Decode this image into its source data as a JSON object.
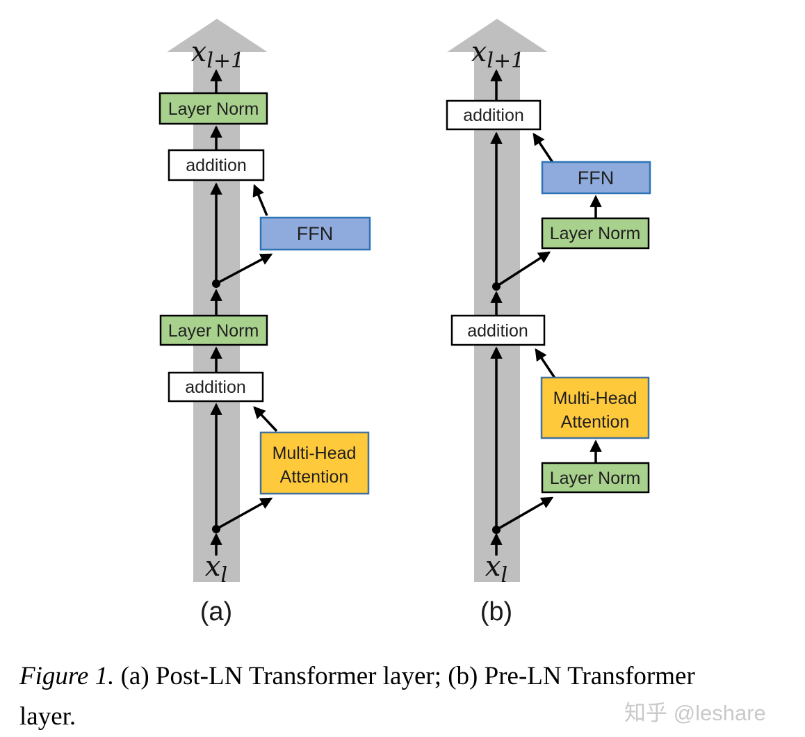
{
  "panel_a": {
    "label": "(a)",
    "output": {
      "var": "x",
      "sub": "l+1"
    },
    "input": {
      "var": "x",
      "sub": "l"
    },
    "layer_norm_top": "Layer Norm",
    "addition_top": "addition",
    "ffn": "FFN",
    "layer_norm_mid": "Layer Norm",
    "addition_bottom": "addition",
    "mha_line1": "Multi-Head",
    "mha_line2": "Attention"
  },
  "panel_b": {
    "label": "(b)",
    "output": {
      "var": "x",
      "sub": "l+1"
    },
    "input": {
      "var": "x",
      "sub": "l"
    },
    "addition_top": "addition",
    "ffn": "FFN",
    "layer_norm_upper": "Layer Norm",
    "addition_mid": "addition",
    "mha_line1": "Multi-Head",
    "mha_line2": "Attention",
    "layer_norm_lower": "Layer Norm"
  },
  "caption": {
    "prefix": "Figure 1.",
    "line1_rest": " (a) Post-LN Transformer layer; (b) Pre-LN Transformer",
    "line2": "layer."
  },
  "watermark": "知乎 @leshare",
  "colors": {
    "stream_gray": "#bfbfbf",
    "green_fill": "#a9d18e",
    "green_border": "#000000",
    "blue_fill": "#8faadc",
    "blue_border": "#2e74b5",
    "yellow_fill": "#ffc93c",
    "yellow_border": "#41719c",
    "addition_fill": "#ffffff",
    "arrow_black": "#000000"
  }
}
